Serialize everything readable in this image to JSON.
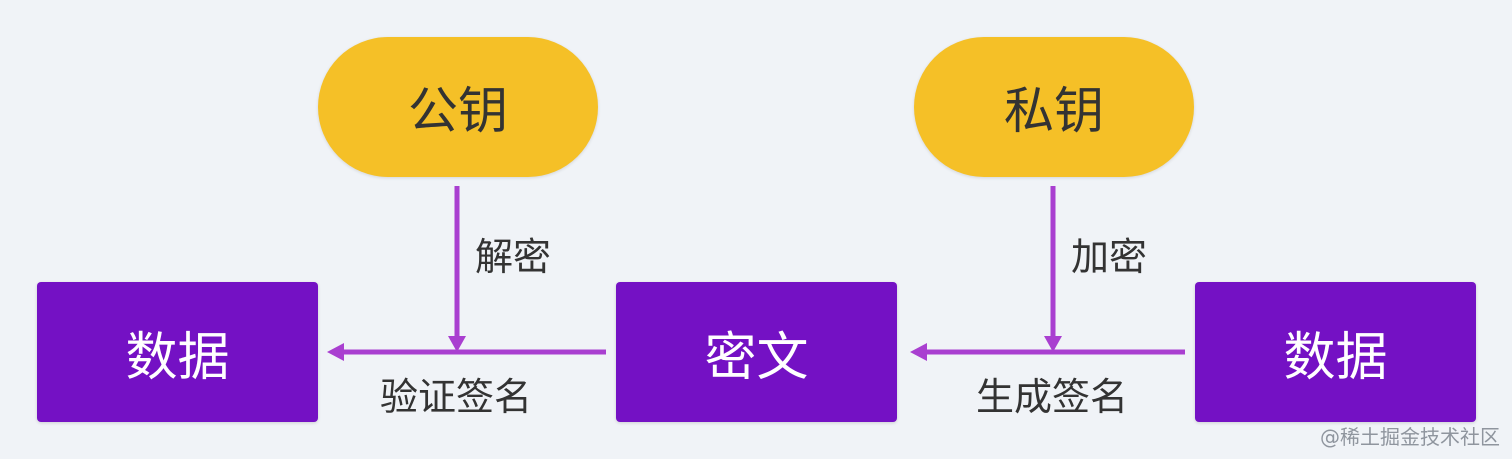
{
  "nodes": {
    "public_key": "公钥",
    "private_key": "私钥",
    "data_left": "数据",
    "ciphertext": "密文",
    "data_right": "数据"
  },
  "labels": {
    "decrypt": "解密",
    "encrypt": "加密",
    "verify_signature": "验证签名",
    "generate_signature": "生成签名"
  },
  "watermark": "@稀土掘金技术社区",
  "colors": {
    "key_fill": "#f5c027",
    "box_fill": "#7411c4",
    "arrow": "#a93fd0",
    "text_dark": "#333333",
    "box_text": "#ffffff",
    "background": "#f0f3f7"
  }
}
